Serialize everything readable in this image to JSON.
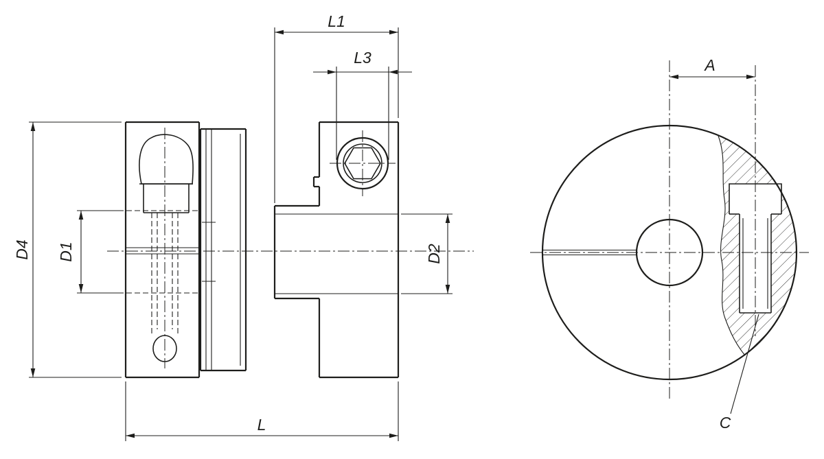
{
  "page": {
    "background": "#ffffff",
    "line_color": "#1d1d1b"
  },
  "dimensions": {
    "l1": "L1",
    "l3": "L3",
    "d1": "D1",
    "d2": "D2",
    "d4": "D4",
    "l": "L",
    "a": "A",
    "c": "C"
  }
}
